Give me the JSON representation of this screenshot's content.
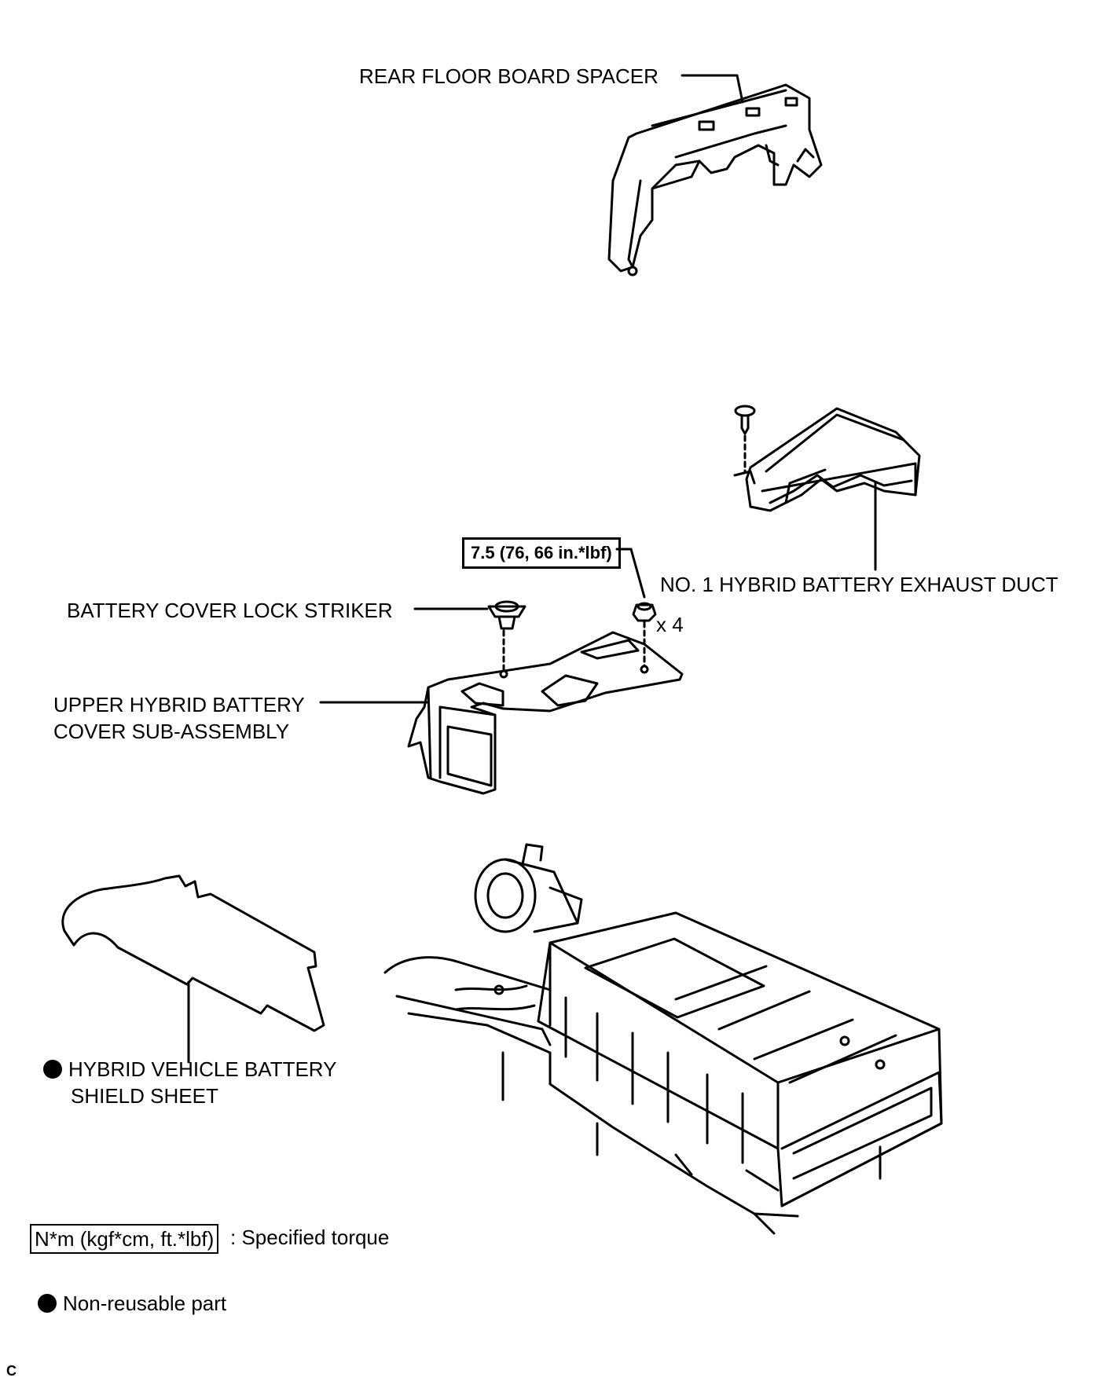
{
  "labels": {
    "rear_floor_board_spacer": "REAR FLOOR BOARD SPACER",
    "exhaust_duct": "NO. 1 HYBRID BATTERY EXHAUST DUCT",
    "lock_striker": "BATTERY COVER LOCK STRIKER",
    "upper_cover_line1": "UPPER HYBRID BATTERY",
    "upper_cover_line2": "COVER SUB-ASSEMBLY",
    "shield_sheet_line1": "HYBRID VEHICLE BATTERY",
    "shield_sheet_line2": "SHIELD SHEET",
    "quantity": "x 4"
  },
  "torque": {
    "value": "7.5 (76, 66 in.*lbf)"
  },
  "legend": {
    "torque_unit": "N*m (kgf*cm, ft.*lbf)",
    "torque_desc": ": Specified torque",
    "nonreusable_desc": "Non-reusable part"
  },
  "footer": {
    "code": "C"
  },
  "colors": {
    "line": "#000000",
    "background": "#ffffff"
  }
}
